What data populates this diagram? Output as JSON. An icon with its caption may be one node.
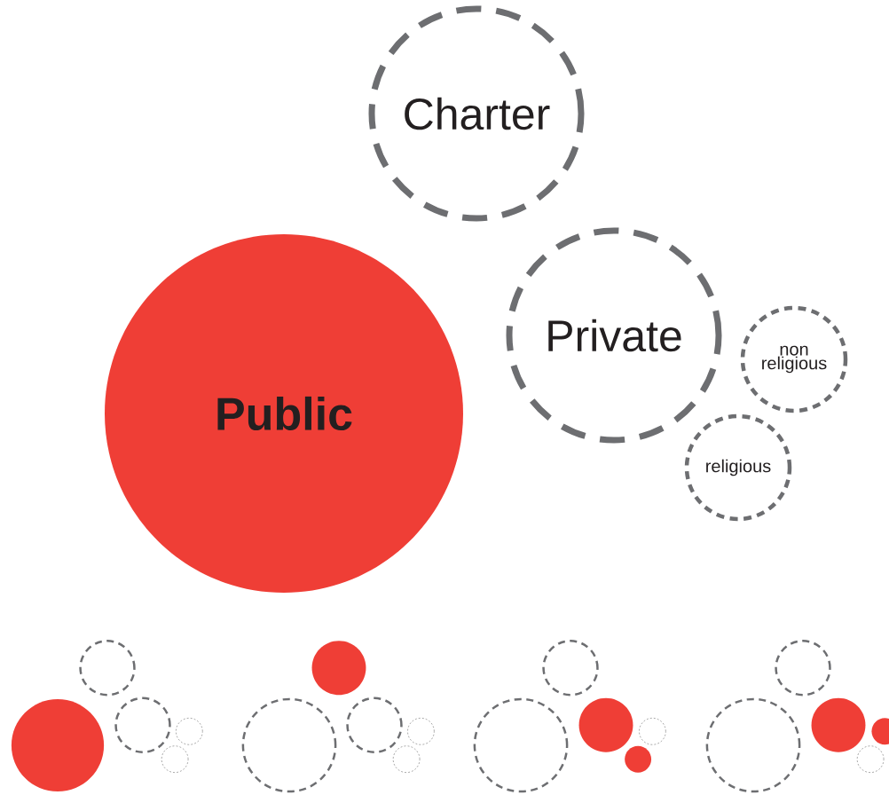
{
  "diagram": {
    "nodes": [
      {
        "text": [
          "Charter"
        ]
      },
      {
        "text": [
          "Private"
        ]
      },
      {
        "text": [
          "non religious"
        ]
      },
      {
        "text": [
          "Public"
        ]
      },
      {
        "text": [
          "religious"
        ]
      },
      {
        "text": [],
        "shape": "circle"
      },
      {
        "text": [],
        "shape": "circle"
      },
      {
        "text": [],
        "shape": "circle"
      },
      {
        "text": [],
        "shape": "circle"
      },
      {
        "text": [],
        "shape": "circle"
      },
      {
        "text": [],
        "shape": "circle"
      },
      {
        "text": [],
        "shape": "circle"
      },
      {
        "text": [],
        "shape": "circle"
      },
      {
        "text": [],
        "shape": "circle"
      },
      {
        "text": [],
        "shape": "circle"
      },
      {
        "text": [],
        "shape": "circle"
      },
      {
        "text": [],
        "shape": "circle"
      },
      {
        "text": [],
        "shape": "circle"
      },
      {
        "text": [],
        "shape": "circle"
      },
      {
        "text": [],
        "shape": "circle"
      },
      {
        "text": [],
        "shape": "circle"
      },
      {
        "text": [],
        "shape": "circle"
      },
      {
        "text": [],
        "shape": "circle"
      },
      {
        "text": [],
        "shape": "circle"
      },
      {
        "text": [],
        "shape": "circle"
      }
    ]
  }
}
